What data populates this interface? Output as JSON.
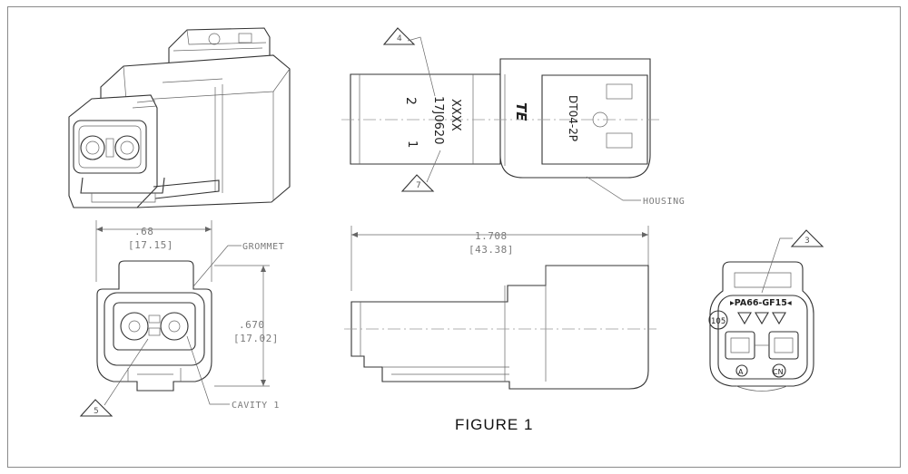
{
  "figure_caption": "FIGURE 1",
  "top_view": {
    "markings": {
      "date_code": "17J0620",
      "xxxx": "XXXX",
      "cavity_2": "2",
      "cavity_1": "1",
      "part_number": "DT04-2P",
      "brand": "TE"
    },
    "callouts": [
      "4",
      "7"
    ],
    "housing_label": "HOUSING"
  },
  "front_view": {
    "width_inch": ".68",
    "width_mm": "[17.15]",
    "height_inch": ".670",
    "height_mm": "[17.02]",
    "grommet_label": "GROMMET",
    "cavity_label": "CAVITY 1",
    "callout": "5"
  },
  "side_view": {
    "length_inch": "1.708",
    "length_mm": "[43.38]"
  },
  "rear_view": {
    "material": "▸PA66-GF15◂",
    "callout": "3",
    "mark_105": "105",
    "mark_a": "A",
    "mark_cn": "CN"
  },
  "colors": {
    "outline": "#333333",
    "dimension": "#7a7a7a",
    "frame": "#8a8a8a"
  }
}
